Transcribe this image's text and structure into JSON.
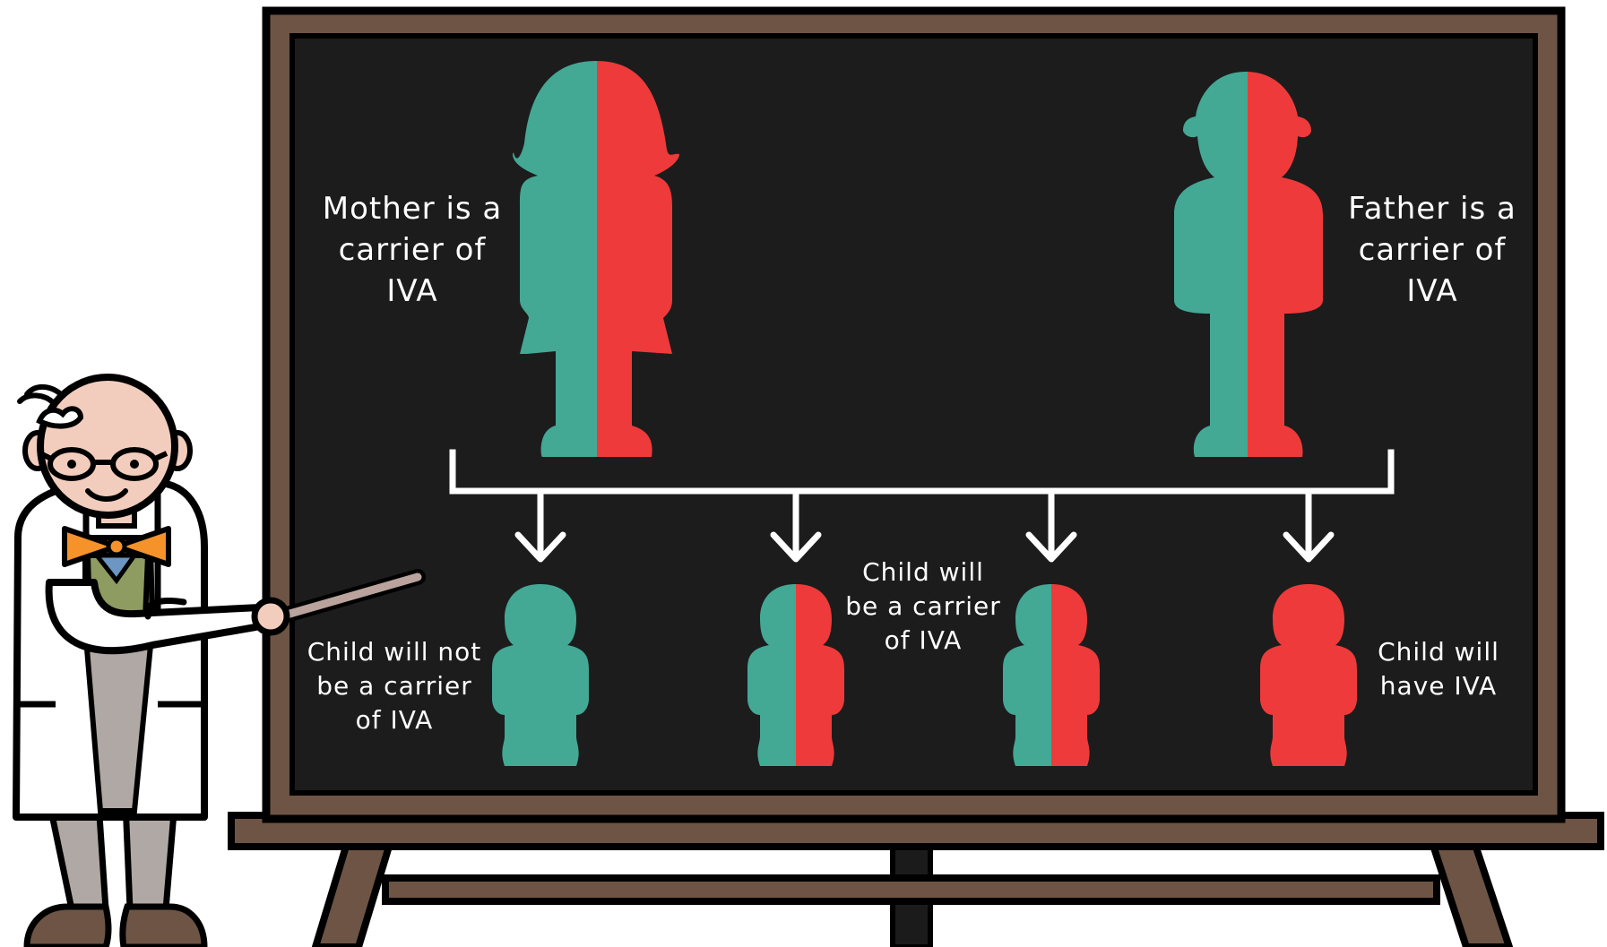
{
  "colors": {
    "frame": "#6e5445",
    "board": "#1c1c1c",
    "teal": "#43a894",
    "red": "#ee3a3a",
    "arrow": "#ffffff",
    "text": "#ffffff"
  },
  "labels": {
    "mother": "Mother is a\ncarrier of\nIVA",
    "father": "Father is a\ncarrier of\nIVA",
    "child_not_carrier": "Child will not\nbe a carrier\nof IVA",
    "child_carrier": "Child will\nbe a carrier\nof IVA",
    "child_has": "Child will\nhave IVA"
  },
  "icons": {
    "mother": "mother-figure-icon",
    "father": "father-figure-icon",
    "child": "child-figure-icon",
    "presenter": "professor-presenter-illustration",
    "arrow": "down-arrow-icon"
  },
  "children": [
    {
      "name": "child-unaffected",
      "genotype": "non-carrier",
      "fill": "teal"
    },
    {
      "name": "child-carrier-1",
      "genotype": "carrier",
      "fill": "half"
    },
    {
      "name": "child-carrier-2",
      "genotype": "carrier",
      "fill": "half"
    },
    {
      "name": "child-affected",
      "genotype": "affected",
      "fill": "red"
    }
  ]
}
